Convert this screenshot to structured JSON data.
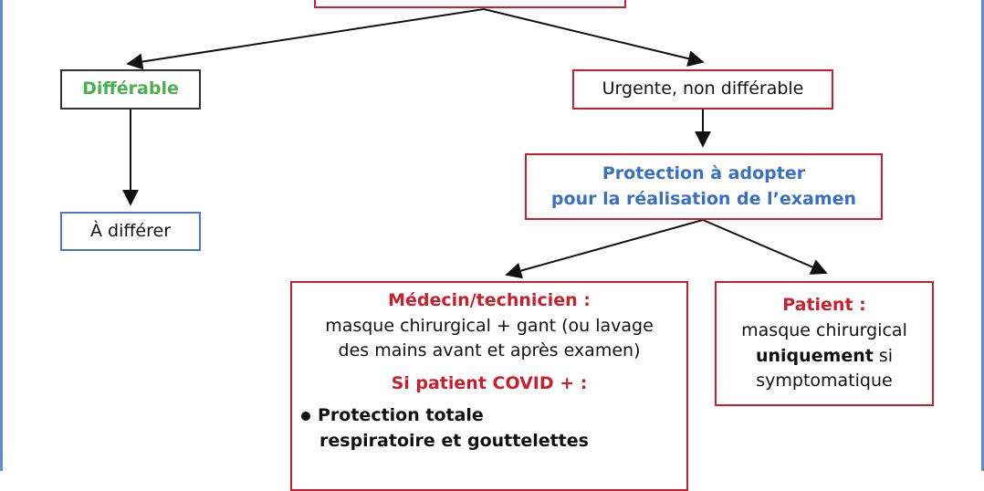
{
  "colors": {
    "frame": "#5b8fd6",
    "red": "#c8202f",
    "blue": "#3b6fc0",
    "green": "#4caf50"
  },
  "boxes": {
    "differable": "Différable",
    "a_differer": "À différer",
    "urgente": "Urgente, non différable",
    "protection": {
      "line1": "Protection à adopter",
      "line2": "pour la réalisation de l’examen"
    },
    "medecin": {
      "title": "Médecin/technicien :",
      "line1": "masque chirurgical + gant (ou lavage",
      "line2": "des mains avant et après examen)",
      "covid_title": "Si patient COVID + :",
      "bullet1_line1": "Protection totale",
      "bullet1_line2": "respiratoire et gouttelettes"
    },
    "patient": {
      "title": "Patient :",
      "line1": "masque chirurgical",
      "line2_bold": "uniquement",
      "line2_rest": " si",
      "line3": "symptomatique"
    }
  }
}
